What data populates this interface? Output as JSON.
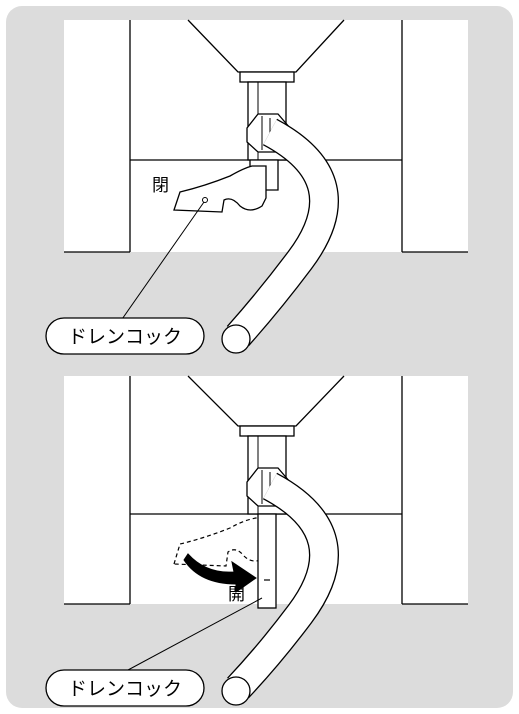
{
  "figure_closed": {
    "valve_state_label": "閉",
    "callout_label": "ドレンコック"
  },
  "figure_open": {
    "valve_state_label": "開",
    "callout_label": "ドレンコック"
  },
  "colors": {
    "panel_background": "#dcdcdc",
    "outline": "#000000",
    "fill": "#ffffff"
  }
}
